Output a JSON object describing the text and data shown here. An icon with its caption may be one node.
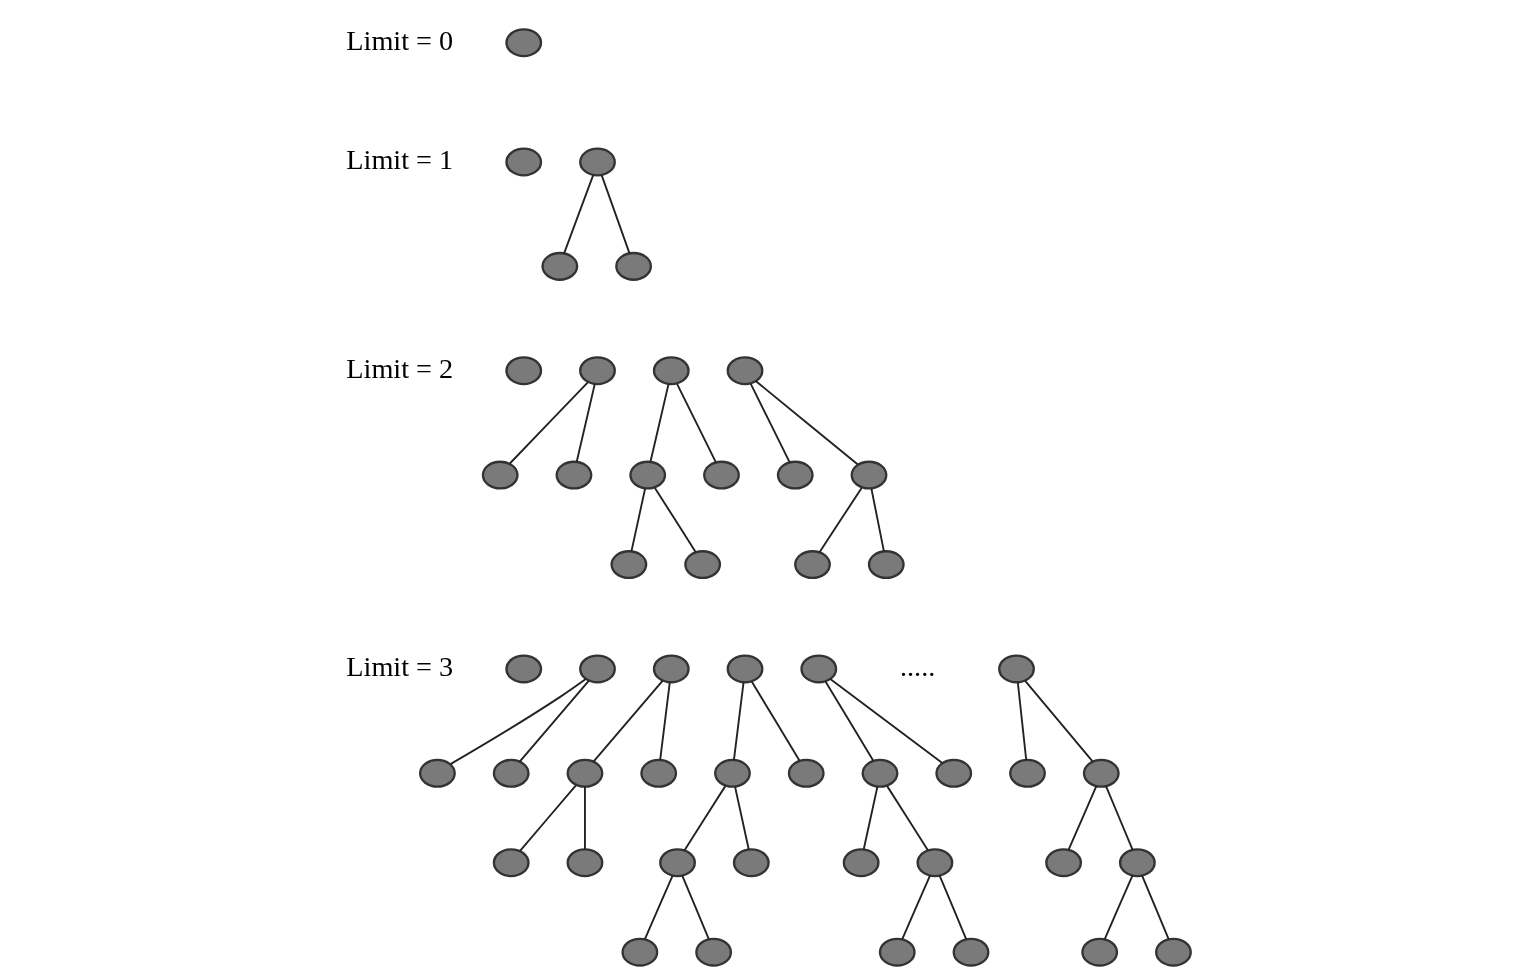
{
  "diagram": {
    "nodes": [
      {
        "text": [],
        "shape": "circle"
      },
      {
        "text": [],
        "shape": "circle"
      },
      {
        "text": [],
        "shape": "circle"
      },
      {
        "text": [],
        "shape": "circle"
      },
      {
        "text": [],
        "shape": "circle"
      },
      {
        "text": [],
        "shape": "circle"
      },
      {
        "text": [],
        "shape": "circle"
      },
      {
        "text": [],
        "shape": "circle"
      },
      {
        "text": [],
        "shape": "circle"
      },
      {
        "text": [],
        "shape": "circle"
      },
      {
        "text": [],
        "shape": "circle"
      },
      {
        "text": [],
        "shape": "circle"
      },
      {
        "text": [],
        "shape": "circle"
      },
      {
        "text": [],
        "shape": "circle"
      },
      {
        "text": [],
        "shape": "circle"
      },
      {
        "text": [],
        "shape": "circle"
      },
      {
        "text": [],
        "shape": "circle"
      },
      {
        "text": [],
        "shape": "circle"
      },
      {
        "text": [],
        "shape": "circle"
      },
      {
        "text": [],
        "shape": "circle"
      },
      {
        "text": [],
        "shape": "circle"
      },
      {
        "text": [],
        "shape": "circle"
      },
      {
        "text": [],
        "shape": "circle"
      },
      {
        "text": [],
        "shape": "circle"
      },
      {
        "text": [],
        "shape": "circle"
      },
      {
        "text": [],
        "shape": "circle"
      },
      {
        "text": [],
        "shape": "circle"
      },
      {
        "text": [],
        "shape": "circle"
      },
      {
        "text": [],
        "shape": "circle"
      },
      {
        "text": [],
        "shape": "circle"
      },
      {
        "text": [],
        "shape": "circle"
      },
      {
        "text": [],
        "shape": "circle"
      },
      {
        "text": [],
        "shape": "circle"
      },
      {
        "text": [],
        "shape": "circle"
      },
      {
        "text": [],
        "shape": "circle"
      },
      {
        "text": [],
        "shape": "circle"
      },
      {
        "text": [],
        "shape": "circle"
      },
      {
        "text": [],
        "shape": "circle"
      },
      {
        "text": [],
        "shape": "circle"
      },
      {
        "text": [],
        "shape": "circle"
      },
      {
        "text": [],
        "shape": "circle"
      },
      {
        "text": [],
        "shape": "circle"
      },
      {
        "text": [],
        "shape": "circle"
      },
      {
        "text": [],
        "shape": "circle"
      },
      {
        "text": [],
        "shape": "circle"
      },
      {
        "text": [],
        "shape": "circle"
      },
      {
        "text": [],
        "shape": "circle"
      },
      {
        "text": [],
        "shape": "circle"
      },
      {
        "text": [],
        "shape": "circle"
      }
    ],
    "edges": [
      {
        "from": 2,
        "to": 3,
        "arrow": "none"
      },
      {
        "from": 2,
        "to": 4,
        "arrow": "none"
      },
      {
        "from": 6,
        "to": 7,
        "arrow": "none"
      },
      {
        "from": 6,
        "to": 8,
        "arrow": "none"
      },
      {
        "from": 9,
        "to": 10,
        "arrow": "none"
      },
      {
        "from": 9,
        "to": 11,
        "arrow": "none"
      },
      {
        "from": 10,
        "to": 12,
        "arrow": "none"
      },
      {
        "from": 10,
        "to": 13,
        "arrow": "none"
      },
      {
        "from": 14,
        "to": 15,
        "arrow": "none"
      },
      {
        "from": 14,
        "to": 16,
        "arrow": "none"
      },
      {
        "from": 16,
        "to": 17,
        "arrow": "none"
      },
      {
        "from": 16,
        "to": 18,
        "arrow": "none"
      },
      {
        "from": 20,
        "to": 21,
        "arrow": "none"
      },
      {
        "from": 20,
        "to": 22,
        "arrow": "none"
      },
      {
        "from": 23,
        "to": 24,
        "arrow": "none"
      },
      {
        "from": 23,
        "to": 25,
        "arrow": "none"
      },
      {
        "from": 24,
        "to": 26,
        "arrow": "none"
      },
      {
        "from": 24,
        "to": 27,
        "arrow": "none"
      },
      {
        "from": 28,
        "to": 29,
        "arrow": "none"
      },
      {
        "from": 28,
        "to": 30,
        "arrow": "none"
      },
      {
        "from": 29,
        "to": 31,
        "arrow": "none"
      },
      {
        "from": 29,
        "to": 32,
        "arrow": "none"
      },
      {
        "from": 31,
        "to": 33,
        "arrow": "none"
      },
      {
        "from": 31,
        "to": 34,
        "arrow": "none"
      },
      {
        "from": 35,
        "to": 36,
        "arrow": "none"
      },
      {
        "from": 35,
        "to": 37,
        "arrow": "none"
      },
      {
        "from": 36,
        "to": 38,
        "arrow": "none"
      },
      {
        "from": 36,
        "to": 39,
        "arrow": "none"
      },
      {
        "from": 39,
        "to": 40,
        "arrow": "none"
      },
      {
        "from": 39,
        "to": 41,
        "arrow": "none"
      },
      {
        "from": 42,
        "to": 43,
        "arrow": "none"
      },
      {
        "from": 42,
        "to": 44,
        "arrow": "none"
      },
      {
        "from": 44,
        "to": 45,
        "arrow": "none"
      },
      {
        "from": 44,
        "to": 46,
        "arrow": "none"
      },
      {
        "from": 46,
        "to": 47,
        "arrow": "none"
      },
      {
        "from": 46,
        "to": 48,
        "arrow": "none"
      }
    ],
    "labels": [
      "Limit = 0",
      "Limit = 1",
      "Limit = 2",
      "Limit = 3",
      "....."
    ]
  }
}
